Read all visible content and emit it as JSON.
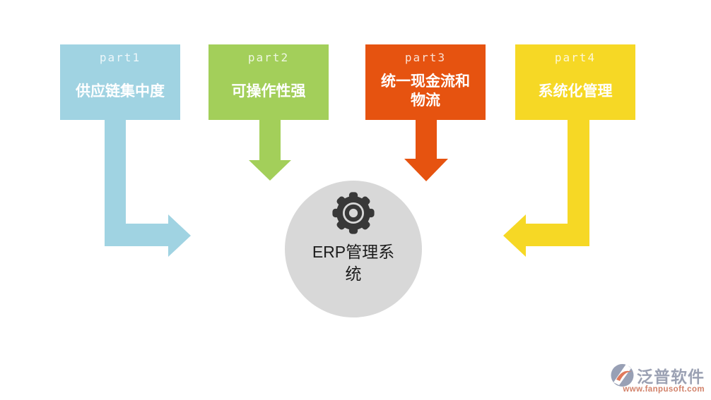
{
  "canvas": {
    "background": "#ffffff"
  },
  "parts": [
    {
      "tag": "part1",
      "label": "供应链集中度",
      "color": "#A0D3E2",
      "arrow": "bent-right"
    },
    {
      "tag": "part2",
      "label": "可操作性强",
      "color": "#A3CF5A",
      "arrow": "down"
    },
    {
      "tag": "part3",
      "label": "统一现金流和\n物流",
      "color": "#E65310",
      "arrow": "down"
    },
    {
      "tag": "part4",
      "label": "系统化管理",
      "color": "#F6D825",
      "arrow": "bent-left"
    }
  ],
  "center": {
    "label": "ERP管理系\n统",
    "icon": "gear-icon",
    "background": "#D8D8D8",
    "icon_color": "#383838",
    "text_color": "#1C1C1C"
  },
  "footer": {
    "brand": "泛普软件",
    "brand_color": "#9BA1B3",
    "url": "www.fanpusoft.com",
    "url_color": "#D2826A",
    "logo_gray": "#98A0B5",
    "logo_orange": "#E0795B"
  }
}
